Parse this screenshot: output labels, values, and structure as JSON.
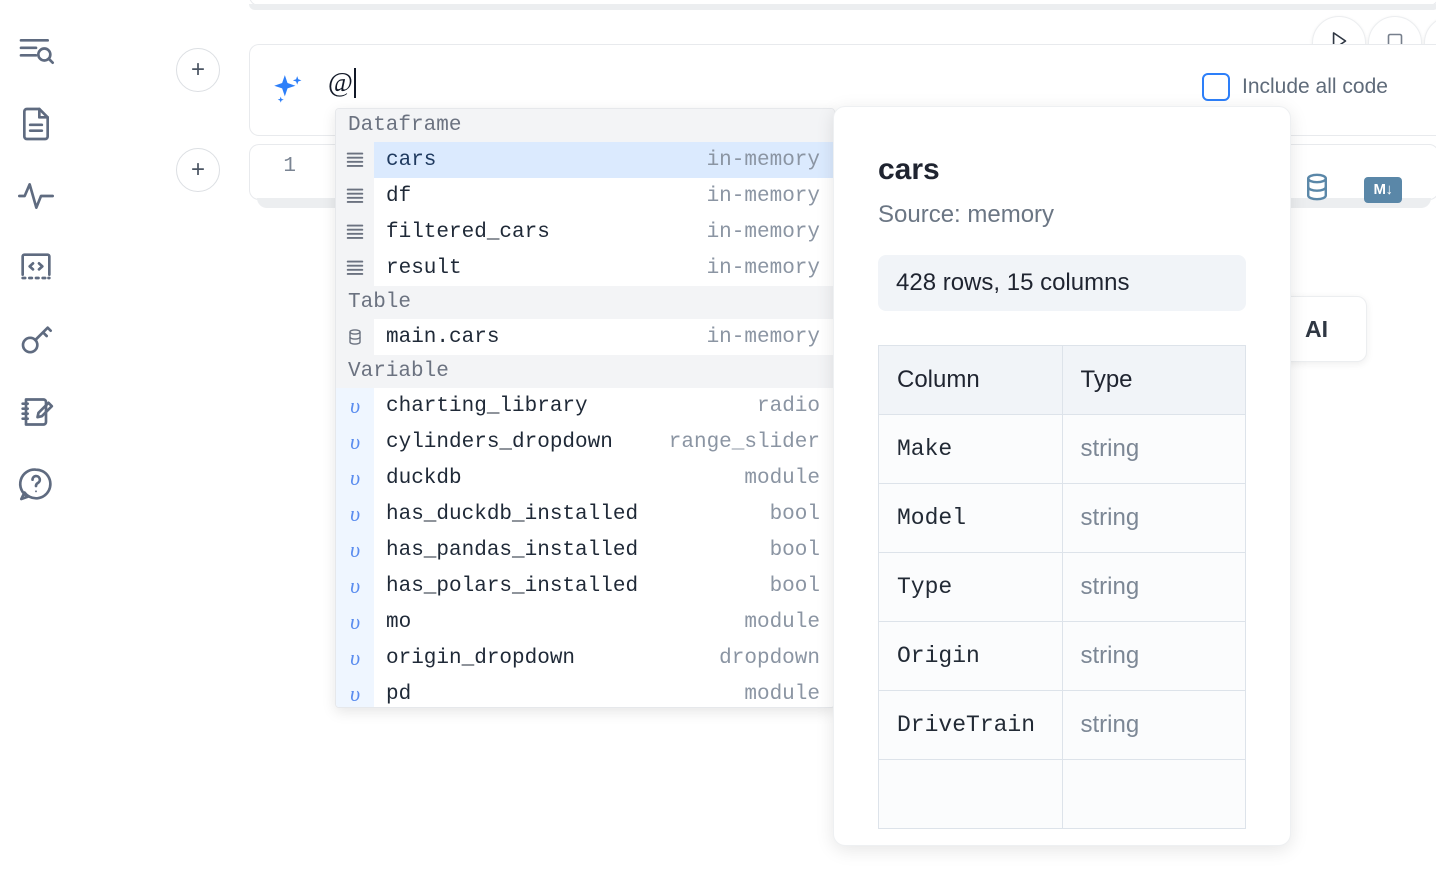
{
  "sidebar": {
    "items": [
      {
        "name": "explorer-search-icon",
        "label": "Explore"
      },
      {
        "name": "document-icon",
        "label": "Notebook"
      },
      {
        "name": "activity-pulse-icon",
        "label": "Runtime"
      },
      {
        "name": "code-snippet-icon",
        "label": "Snippets"
      },
      {
        "name": "key-icon",
        "label": "Secrets"
      },
      {
        "name": "scratchpad-edit-icon",
        "label": "Scratchpad"
      },
      {
        "name": "help-chat-icon",
        "label": "Help"
      }
    ]
  },
  "toolbar": {
    "run_label": "Run",
    "stop_label": "Interrupt"
  },
  "ai_prompt": {
    "value": "@",
    "sparkle_icon": "sparkles-icon",
    "include_all_code_label": "Include all code",
    "include_all_code_checked": false
  },
  "code_cell": {
    "line_number": "1",
    "database_icon": "database-icon",
    "markdown_icon": "markdown-icon",
    "markdown_badge_text": "M↓"
  },
  "ai_tooltip": {
    "text": "AI"
  },
  "autocomplete": {
    "groups": [
      {
        "header": "Dataframe",
        "items": [
          {
            "icon": "dataframe-icon",
            "name": "cars",
            "type": "in-memory",
            "selected": true
          },
          {
            "icon": "dataframe-icon",
            "name": "df",
            "type": "in-memory",
            "selected": false
          },
          {
            "icon": "dataframe-icon",
            "name": "filtered_cars",
            "type": "in-memory",
            "selected": false
          },
          {
            "icon": "dataframe-icon",
            "name": "result",
            "type": "in-memory",
            "selected": false
          }
        ]
      },
      {
        "header": "Table",
        "items": [
          {
            "icon": "database-icon",
            "name": "main.cars",
            "type": "in-memory",
            "selected": false
          }
        ]
      },
      {
        "header": "Variable",
        "items": [
          {
            "icon": "variable-icon",
            "name": "charting_library",
            "type": "radio",
            "selected": false
          },
          {
            "icon": "variable-icon",
            "name": "cylinders_dropdown",
            "type": "range_slider",
            "selected": false
          },
          {
            "icon": "variable-icon",
            "name": "duckdb",
            "type": "module",
            "selected": false
          },
          {
            "icon": "variable-icon",
            "name": "has_duckdb_installed",
            "type": "bool",
            "selected": false
          },
          {
            "icon": "variable-icon",
            "name": "has_pandas_installed",
            "type": "bool",
            "selected": false
          },
          {
            "icon": "variable-icon",
            "name": "has_polars_installed",
            "type": "bool",
            "selected": false
          },
          {
            "icon": "variable-icon",
            "name": "mo",
            "type": "module",
            "selected": false
          },
          {
            "icon": "variable-icon",
            "name": "origin_dropdown",
            "type": "dropdown",
            "selected": false
          },
          {
            "icon": "variable-icon",
            "name": "pd",
            "type": "module",
            "selected": false
          }
        ]
      }
    ]
  },
  "info_panel": {
    "title": "cars",
    "source": "Source: memory",
    "shape": "428 rows, 15 columns",
    "table": {
      "headers": [
        "Column",
        "Type"
      ],
      "rows": [
        [
          "Make",
          "string"
        ],
        [
          "Model",
          "string"
        ],
        [
          "Type",
          "string"
        ],
        [
          "Origin",
          "string"
        ],
        [
          "DriveTrain",
          "string"
        ],
        [
          "",
          ""
        ]
      ]
    }
  },
  "colors": {
    "accent_blue": "#2d7ff9",
    "selected_row_bg": "#dbeafe",
    "panel_bg": "#f1f4f8",
    "muted_text": "#6b7684",
    "md_badge_bg": "#5a87a8"
  }
}
